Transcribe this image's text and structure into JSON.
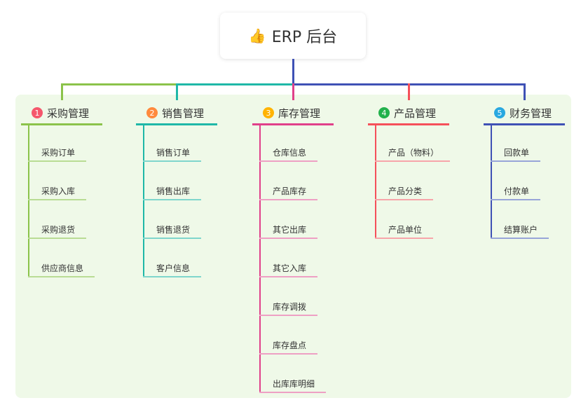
{
  "root": {
    "icon": "thumbs-up-icon",
    "title": "ERP 后台"
  },
  "branches": [
    {
      "number": "1",
      "title": "采购管理",
      "color": "#8bc34a",
      "badge_color": "#f5576c",
      "item_color": "#b9dc94",
      "items": [
        "采购订单",
        "采购入库",
        "采购退货",
        "供应商信息"
      ]
    },
    {
      "number": "2",
      "title": "销售管理",
      "color": "#1fb8a8",
      "badge_color": "#ff8a3d",
      "item_color": "#7fd6cc",
      "items": [
        "销售订单",
        "销售出库",
        "销售退货",
        "客户信息"
      ]
    },
    {
      "number": "3",
      "title": "库存管理",
      "color": "#e0408a",
      "badge_color": "#ffb300",
      "item_color": "#eea0c4",
      "items": [
        "仓库信息",
        "产品库存",
        "其它出库",
        "其它入库",
        "库存调拨",
        "库存盘点",
        "出库库明细"
      ]
    },
    {
      "number": "4",
      "title": "产品管理",
      "color": "#f5505a",
      "badge_color": "#22b14c",
      "item_color": "#f7a5aa",
      "items": [
        "产品（物料）",
        "产品分类",
        "产品单位"
      ]
    },
    {
      "number": "5",
      "title": "财务管理",
      "color": "#3f51b5",
      "badge_color": "#29a8e0",
      "item_color": "#98a5d8",
      "items": [
        "回款单",
        "付款单",
        "结算账户"
      ]
    }
  ]
}
